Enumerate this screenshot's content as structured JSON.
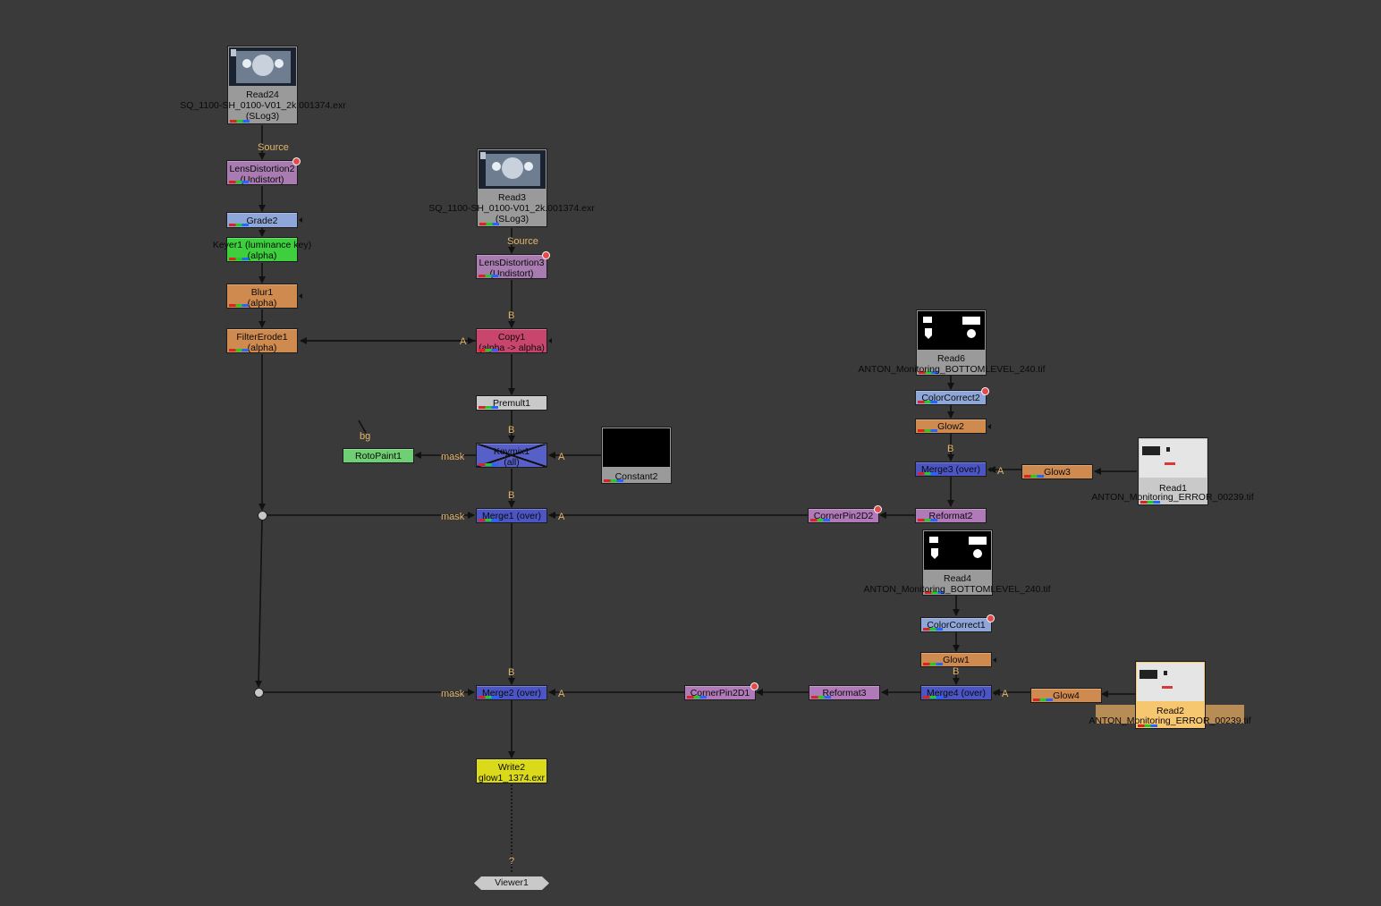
{
  "colors": {
    "background": "#3a3a3a",
    "read": "#9a9a9a",
    "lens": "#a87cb0",
    "grade": "#8fa6d8",
    "keyer": "#3dcf3d",
    "filter": "#cf8a50",
    "copy": "#c8466e",
    "premult": "#c9c9c9",
    "merge": "#4b56c4",
    "roto": "#6fcf74",
    "constant": "#9a9a9a",
    "colorcorrect": "#8fa6d8",
    "glow": "#cf8a50",
    "reformat": "#b07ab8",
    "cornerpin": "#b07ab8",
    "write": "#dada1a",
    "viewer": "#c9c9c9",
    "port_label": "#e3b56a",
    "selected_read": "#f7c770"
  },
  "reads": {
    "read24": {
      "name": "Read24",
      "file": "SQ_1100-SH_0100-V01_2k.001374.exr",
      "colorspace": "(SLog3)"
    },
    "read3": {
      "name": "Read3",
      "file": "SQ_1100-SH_0100-V01_2k.001374.exr",
      "colorspace": "(SLog3)"
    },
    "read6": {
      "name": "Read6",
      "file": "ANTON_Monitoring_BOTTOMLEVEL_240.tif"
    },
    "read1": {
      "name": "Read1",
      "file": "ANTON_Monitoring_ERROR_00239.tif"
    },
    "read4": {
      "name": "Read4",
      "file": "ANTON_Monitoring_BOTTOMLEVEL_240.tif"
    },
    "read2": {
      "name": "Read2",
      "file": "ANTON_Monitoring_ERROR_00239.tif"
    }
  },
  "nodes": {
    "lensdistortion2": {
      "line1": "LensDistortion2",
      "line2": "(Undistort)"
    },
    "grade2": {
      "line1": "Grade2"
    },
    "keyer1": {
      "line1": "Keyer1 (luminance key)",
      "line2": "(alpha)"
    },
    "blur1": {
      "line1": "Blur1",
      "line2": "(alpha)"
    },
    "filtererode1": {
      "line1": "FilterErode1",
      "line2": "(alpha)"
    },
    "lensdistortion3": {
      "line1": "LensDistortion3",
      "line2": "(Undistort)"
    },
    "copy1": {
      "line1": "Copy1",
      "line2": "(alpha -> alpha)"
    },
    "premult1": {
      "line1": "Premult1"
    },
    "keymix1": {
      "line1": "Keymix1",
      "line2": "(all)"
    },
    "rotopaint1": {
      "line1": "RotoPaint1"
    },
    "constant2": {
      "line1": "Constant2"
    },
    "merge1": {
      "line1": "Merge1 (over)"
    },
    "merge2": {
      "line1": "Merge2 (over)"
    },
    "merge3": {
      "line1": "Merge3 (over)"
    },
    "merge4": {
      "line1": "Merge4 (over)"
    },
    "colorcorrect2": {
      "line1": "ColorCorrect2"
    },
    "colorcorrect1": {
      "line1": "ColorCorrect1"
    },
    "glow2": {
      "line1": "Glow2"
    },
    "glow3": {
      "line1": "Glow3"
    },
    "glow1": {
      "line1": "Glow1"
    },
    "glow4": {
      "line1": "Glow4"
    },
    "reformat2": {
      "line1": "Reformat2"
    },
    "reformat3": {
      "line1": "Reformat3"
    },
    "cornerpin2d2": {
      "line1": "CornerPin2D2"
    },
    "cornerpin2d1": {
      "line1": "CornerPin2D1"
    },
    "write2": {
      "line1": "Write2",
      "line2": "glow1_1374.exr"
    },
    "viewer1": {
      "line1": "Viewer1"
    }
  },
  "ports": {
    "source": "Source",
    "a": "A",
    "b": "B",
    "mask": "mask",
    "bg": "bg",
    "unknown": "?"
  }
}
